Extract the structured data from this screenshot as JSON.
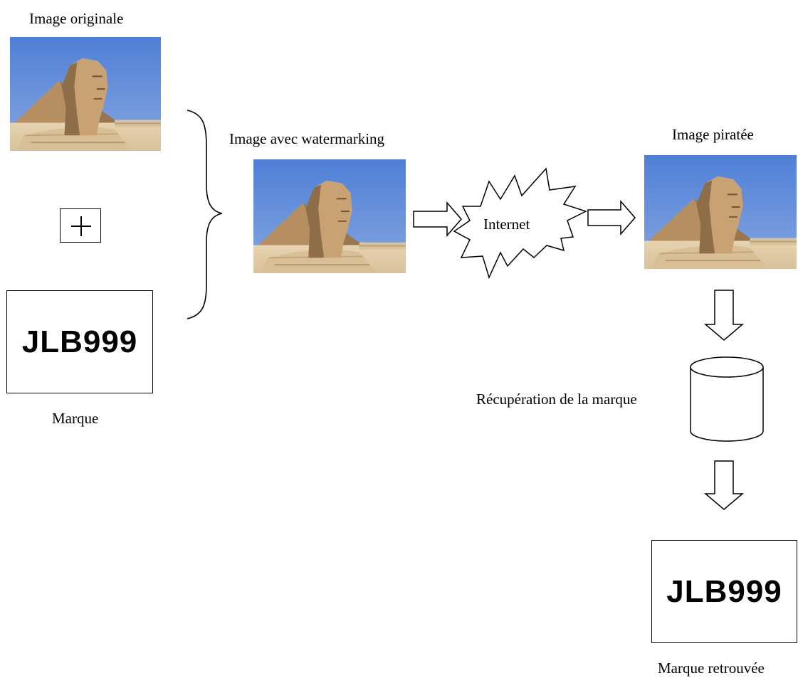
{
  "labels": {
    "original": "Image originale",
    "watermarked": "Image avec watermarking",
    "pirated": "Image piratée",
    "mark": "Marque",
    "internet": "Internet",
    "recovery": "Récupération de la marque",
    "recovered": "Marque retrouvée"
  },
  "mark_code": "JLB999",
  "recovered_code": "JLB999",
  "icons": {
    "plus": "plus-icon",
    "arrow": "hollow-arrow-icon",
    "internet": "starburst-icon",
    "database": "cylinder-icon"
  },
  "colors": {
    "sky": "#5a87d8",
    "stone": "#c9a57a",
    "sand": "#e8d7b8",
    "outline": "#000000"
  }
}
